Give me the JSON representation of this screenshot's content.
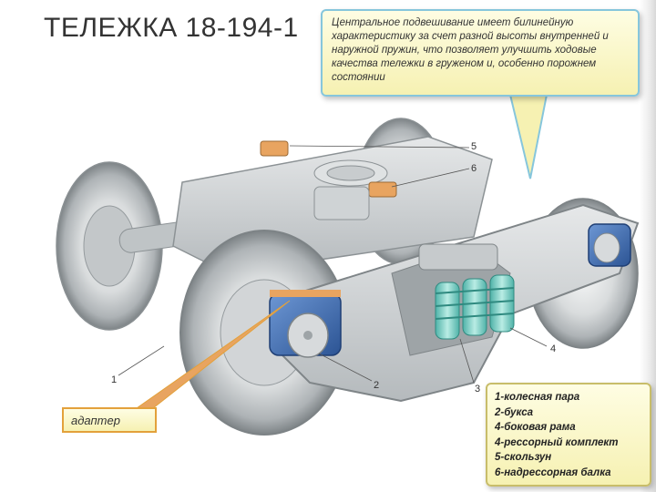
{
  "slide": {
    "title": "ТЕЛЕЖКА 18-194-1",
    "description": "Центральное подвешивание имеет билинейную характеристику за счет разной высоты внутренней и наружной пружин, что позволяет улучшить ходовые качества тележки в груженом и, особенно порожнем состоянии",
    "adapter_label": "адаптер",
    "part_numbers": [
      "1",
      "2",
      "3",
      "4",
      "5",
      "6"
    ],
    "legend": [
      "1-колесная пара",
      "2-букса",
      "4-боковая рама",
      "4-рессорный комплект",
      "5-скользун",
      "6-надрессорная балка"
    ]
  },
  "colors": {
    "callout_fill": "#f6f1b2",
    "callout_border": "#86c6dc",
    "adapter_border": "#e3a13b",
    "frame_grey": "#c9cdd0",
    "spring_teal": "#7fcfc4",
    "axlebox_blue": "#3f6fb8",
    "slider_orange": "#e8a460"
  }
}
